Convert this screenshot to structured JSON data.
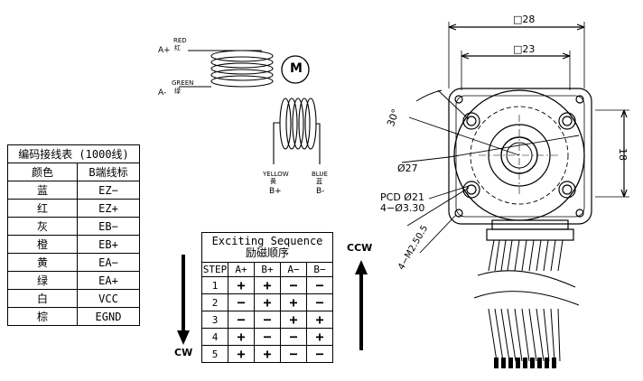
{
  "motor": {
    "a_plus": "A+",
    "a_plus_en": "RED",
    "a_plus_cn": "红",
    "a_minus": "A-",
    "a_minus_en": "GREEN",
    "a_minus_cn": "绿",
    "m_label": "M",
    "b_plus_en": "YELLOW",
    "b_plus_cn": "黄",
    "b_plus": "B+",
    "b_minus_en": "BLUE",
    "b_minus_cn": "蓝",
    "b_minus": "B-"
  },
  "encoder_table": {
    "title": "编码接线表 (1000线)",
    "headers": [
      "颜色",
      "B端线标"
    ],
    "rows": [
      [
        "蓝",
        "EZ−"
      ],
      [
        "红",
        "EZ+"
      ],
      [
        "灰",
        "EB−"
      ],
      [
        "橙",
        "EB+"
      ],
      [
        "黄",
        "EA−"
      ],
      [
        "绿",
        "EA+"
      ],
      [
        "白",
        "VCC"
      ],
      [
        "棕",
        "EGND"
      ]
    ]
  },
  "sequence_table": {
    "title_en": "Exciting Sequence",
    "title_cn": "励磁顺序",
    "headers": [
      "STEP",
      "A+",
      "B+",
      "A−",
      "B−"
    ],
    "rows": [
      [
        "1",
        "+",
        "+",
        "−",
        "−"
      ],
      [
        "2",
        "−",
        "+",
        "+",
        "−"
      ],
      [
        "3",
        "−",
        "−",
        "+",
        "+"
      ],
      [
        "4",
        "+",
        "−",
        "−",
        "+"
      ],
      [
        "5",
        "+",
        "+",
        "−",
        "−"
      ]
    ],
    "cw": "CW",
    "ccw": "CCW"
  },
  "drawing": {
    "dim_28": "□28",
    "dim_23": "□23",
    "dim_18": "18",
    "angle": "30°",
    "dia_27": "Ø27",
    "pcd": "PCD Ø21",
    "holes": "4−Ø3.30",
    "thread": "4−M2.50.5"
  }
}
